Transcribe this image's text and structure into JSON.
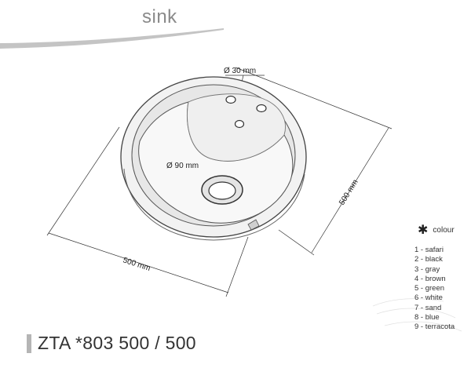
{
  "header": {
    "title": "sink"
  },
  "dimensions": {
    "tap_hole": "Ø 30 mm",
    "drain": "Ø 90 mm",
    "width": "500 mm",
    "depth": "500 mm"
  },
  "legend": {
    "title": "colour",
    "items": [
      "1 - safari",
      "2 - black",
      "3 - gray",
      "4 - brown",
      "5 - green",
      "6 - white",
      "7 - sand",
      "8 - blue",
      "9 - terracota"
    ]
  },
  "model": {
    "code": "ZTA *803 500 / 500"
  },
  "colors": {
    "accent_bar": "#b5b5b5",
    "swoosh": "#c4c4c4",
    "title": "#8a8a8a"
  }
}
